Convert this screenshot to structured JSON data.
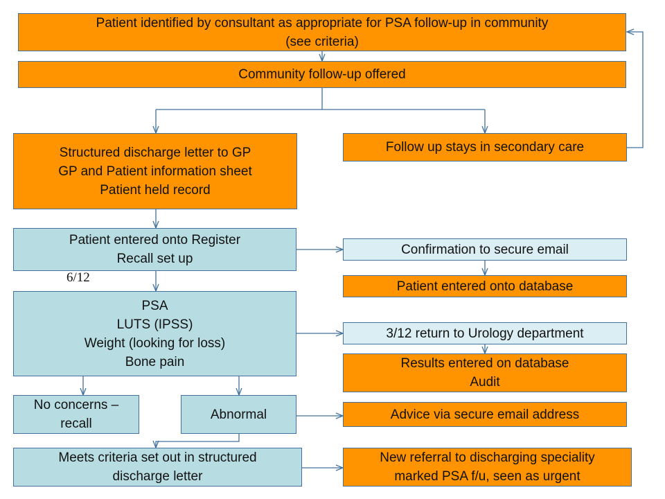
{
  "boxes": {
    "identified": [
      "Patient identified by consultant as appropriate for  PSA follow-up in community",
      "(see criteria)"
    ],
    "offered": [
      "Community follow-up offered"
    ],
    "discharge_letter": [
      "Structured discharge letter to GP",
      "GP and Patient information sheet",
      "Patient held record"
    ],
    "secondary_care": [
      "Follow up stays in secondary care"
    ],
    "register": [
      "Patient entered onto Register",
      "Recall set up"
    ],
    "confirmation": [
      "Confirmation to secure email"
    ],
    "database": [
      "Patient entered onto database"
    ],
    "psa": [
      "PSA",
      "LUTS (IPSS)",
      "Weight (looking for loss)",
      "Bone pain"
    ],
    "return_urology": [
      "3/12 return to Urology department"
    ],
    "results": [
      "Results entered on database",
      "Audit"
    ],
    "no_concerns": [
      "No concerns –",
      "recall"
    ],
    "abnormal": [
      "Abnormal"
    ],
    "advice": [
      "Advice via secure email address"
    ],
    "meets_criteria": [
      "Meets criteria set out in structured",
      "discharge letter"
    ],
    "new_referral": [
      "New referral to discharging speciality",
      "marked PSA f/u, seen as urgent"
    ]
  },
  "annotation": "6/12",
  "colors": {
    "orange": "#ff9300",
    "blue": "#b7dde2",
    "pale_blue": "#daeef3",
    "connector": "#41719c"
  }
}
